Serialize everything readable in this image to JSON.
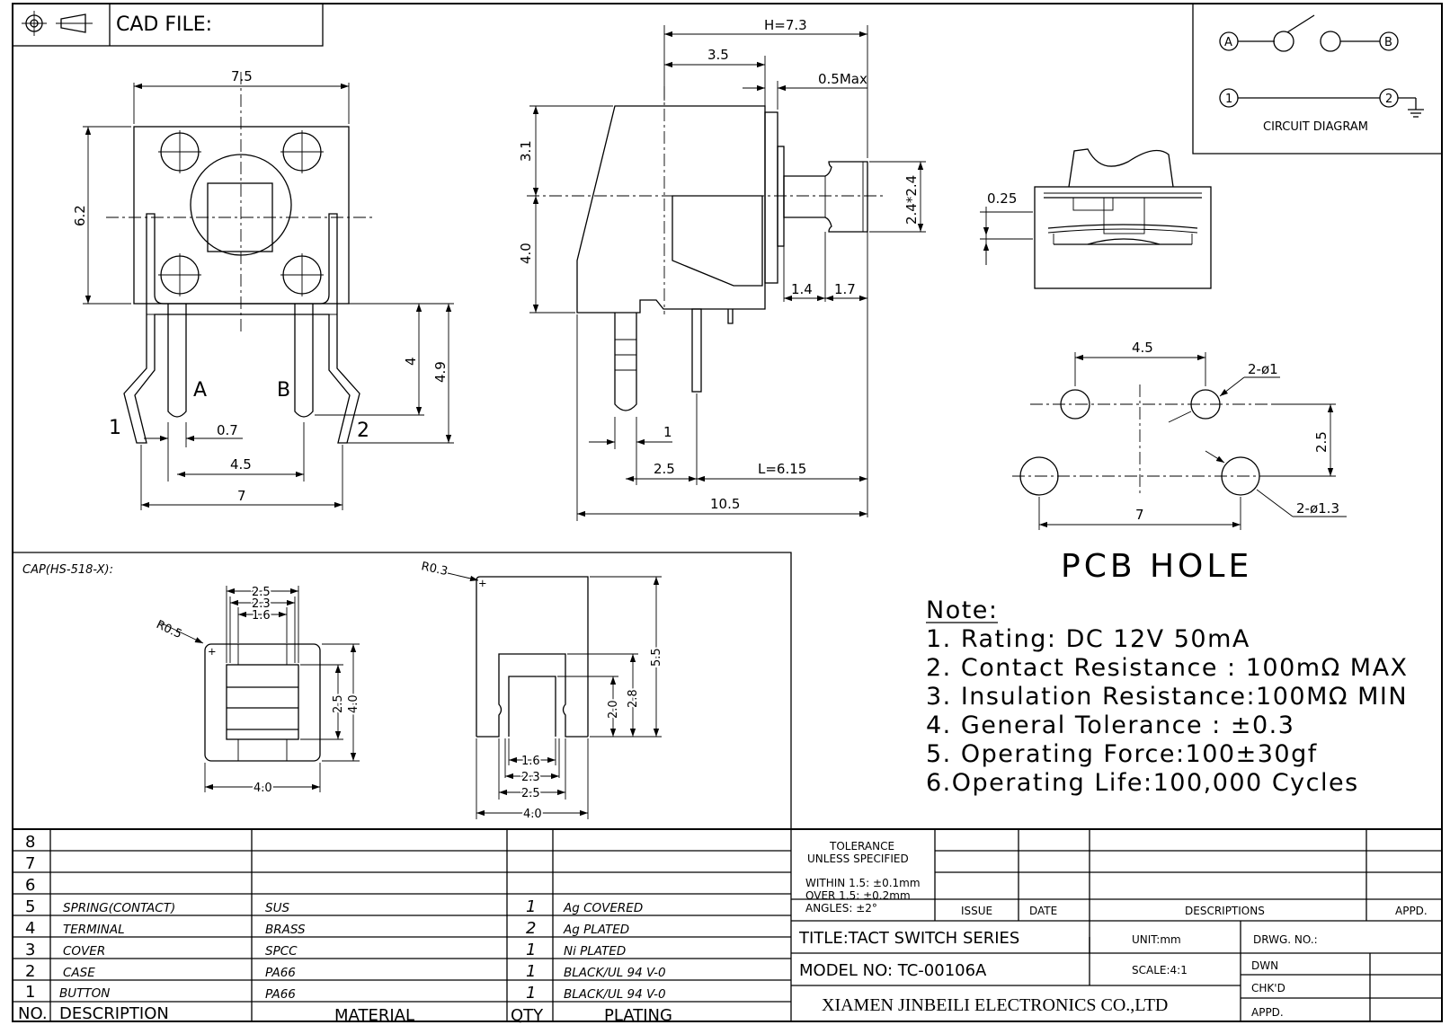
{
  "header": {
    "cad_file_label": "CAD FILE:"
  },
  "front_view": {
    "dims": {
      "width_top": "7.5",
      "height": "6.2",
      "pin_len": "4",
      "pin_total": "4.9",
      "pin_dia": "0.7",
      "pin_pitch": "4.5",
      "leg_span": "7"
    },
    "labels": {
      "pin_a": "A",
      "pin_b": "B",
      "pin_1": "1",
      "pin_2": "2"
    }
  },
  "side_view": {
    "dims": {
      "h_total": "H=7.3",
      "body": "3.5",
      "gap_max": "0.5Max",
      "upper": "3.1",
      "lower": "4.0",
      "stem": "2.4*2.4",
      "d_1_4": "1.4",
      "d_1_7": "1.7",
      "pin_w": "1",
      "pin_off": "2.5",
      "length": "L=6.15",
      "overall": "10.5"
    }
  },
  "circuit": {
    "title": "CIRCUIT DIAGRAM",
    "nodes": {
      "a": "A",
      "b": "B",
      "n1": "1",
      "n2": "2"
    }
  },
  "section_view": {
    "dims": {
      "gap": "0.25"
    }
  },
  "pcb_hole": {
    "title": "PCB HOLE",
    "dims": {
      "top_pitch": "4.5",
      "small_holes": "2-ø1",
      "vert": "2.5",
      "bottom_pitch": "7",
      "large_holes": "2-ø1.3"
    }
  },
  "cap": {
    "title": "CAP(HS-518-X):",
    "left_dims": {
      "r": "R0.5",
      "w1": "2.5",
      "w2": "2.3",
      "w3": "1.6",
      "h1": "2.5",
      "h2": "4.0",
      "base": "4.0"
    },
    "right_dims": {
      "r": "R0.3",
      "h_total": "5.5",
      "h1": "2.0",
      "h2": "2.8",
      "w1": "1.6",
      "w2": "2.3",
      "w3": "2.5",
      "w4": "4.0"
    }
  },
  "notes": {
    "heading": "Note:",
    "items": [
      "1. Rating: DC 12V   50mA",
      "2. Contact Resistance : 100mΩ MAX",
      "3. Insulation Resistance:100MΩ MIN",
      "4. General Tolerance : ±0.3",
      "5. Operating Force:100±30gf",
      "6.Operating Life:100,000 Cycles"
    ]
  },
  "bom": {
    "headers": {
      "no": "NO.",
      "description": "DESCRIPTION",
      "material": "MATERIAL",
      "qty": "QTY",
      "plating": "PLATING"
    },
    "rows": [
      {
        "no": "8",
        "description": "",
        "material": "",
        "qty": "",
        "plating": ""
      },
      {
        "no": "7",
        "description": "",
        "material": "",
        "qty": "",
        "plating": ""
      },
      {
        "no": "6",
        "description": "",
        "material": "",
        "qty": "",
        "plating": ""
      },
      {
        "no": "5",
        "description": "SPRING(CONTACT)",
        "material": "SUS",
        "qty": "1",
        "plating": "Ag COVERED"
      },
      {
        "no": "4",
        "description": "TERMINAL",
        "material": "BRASS",
        "qty": "2",
        "plating": "Ag PLATED"
      },
      {
        "no": "3",
        "description": "COVER",
        "material": "SPCC",
        "qty": "1",
        "plating": "Ni PLATED"
      },
      {
        "no": "2",
        "description": "CASE",
        "material": "PA66",
        "qty": "1",
        "plating": "BLACK/UL 94 V-0"
      },
      {
        "no": "1",
        "description": "BUTTON",
        "material": "PA66",
        "qty": "1",
        "plating": "BLACK/UL 94 V-0"
      }
    ]
  },
  "title_block": {
    "tolerance_l1": "TOLERANCE",
    "tolerance_l2": "UNLESS SPECIFIED",
    "within": "WITHIN 1.5: ±0.1mm",
    "over": "OVER 1.5:  ±0.2mm",
    "angles": "ANGLES: ±2°",
    "issue": "ISSUE",
    "date": "DATE",
    "descriptions": "DESCRIPTIONS",
    "appd": "APPD.",
    "title": "TITLE:TACT SWITCH SERIES",
    "unit": "UNIT:mm",
    "drwg_no": "DRWG. NO.:",
    "model": "MODEL NO: TC-00106A",
    "scale": "SCALE:4:1",
    "dwn": "DWN",
    "chkd": "CHK'D",
    "appd2": "APPD.",
    "company": "XIAMEN JINBEILI ELECTRONICS CO.,LTD"
  }
}
